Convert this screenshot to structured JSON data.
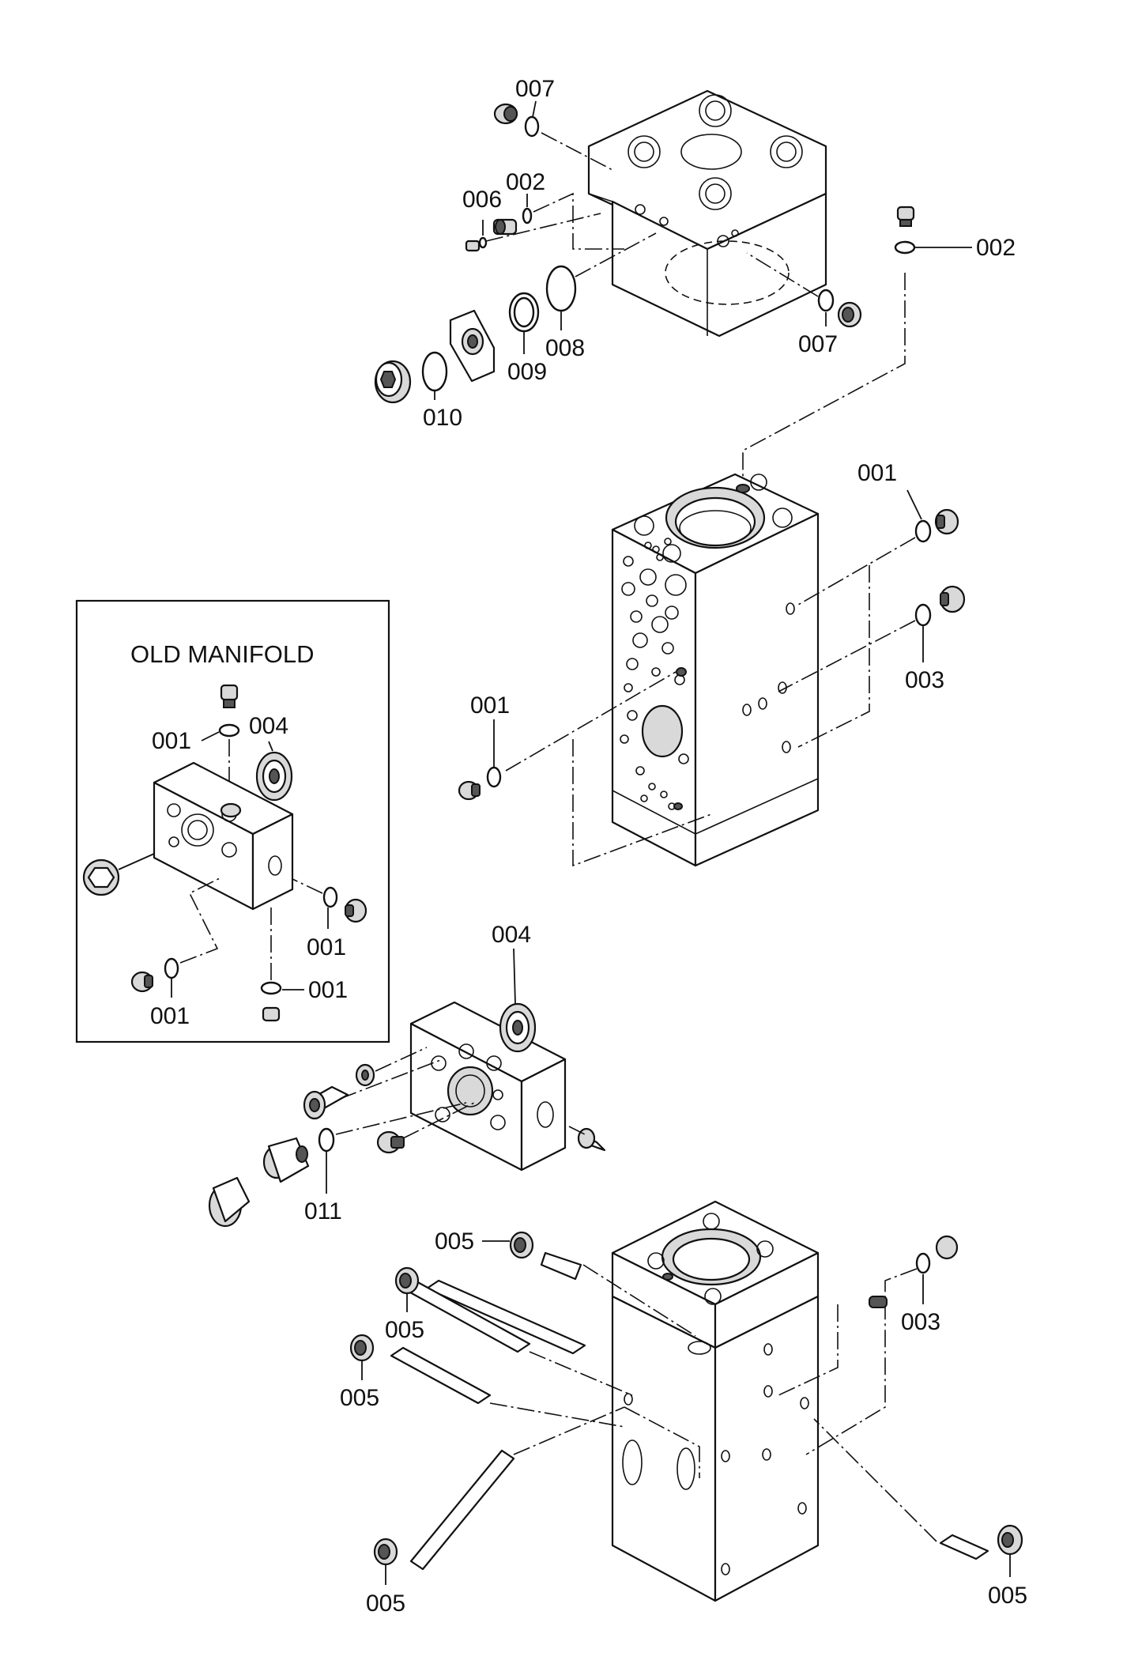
{
  "inset": {
    "title": "OLD MANIFOLD"
  },
  "labels": {
    "l007a": "007",
    "l002a": "002",
    "l006": "006",
    "l002b": "002",
    "l007b": "007",
    "l008": "008",
    "l009": "009",
    "l010": "010",
    "l001a": "001",
    "l003a": "003",
    "l001b": "001",
    "l001c": "001",
    "l004a": "004",
    "l001d": "001",
    "l001e": "001",
    "l001f": "001",
    "l004b": "004",
    "l011": "011",
    "l005a": "005",
    "l005b": "005",
    "l005c": "005",
    "l003b": "003",
    "l005d": "005",
    "l005e": "005"
  }
}
